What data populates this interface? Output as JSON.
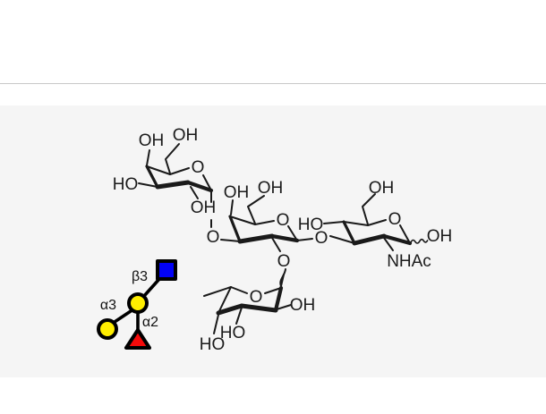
{
  "canvas": {
    "background": "#f5f5f5",
    "divider_color": "#c9c9c9"
  },
  "molecule": {
    "gal_alpha3": {
      "c4_oh": "OH",
      "c6_oh": "OH",
      "ring_o": "O",
      "c3_ho": "HO",
      "c2_oh": "OH"
    },
    "linkage_alpha3_o": "O",
    "gal_core": {
      "c4_oh": "OH",
      "c6_oh": "OH",
      "ring_o": "O"
    },
    "linkage_beta3_o": "O",
    "linkage_alpha2_o": "O",
    "glcnac": {
      "c4_ho": "HO",
      "c6_oh": "OH",
      "ring_o": "O",
      "anomeric_oh": "OH",
      "n_acetyl": "NHAc"
    },
    "fucose": {
      "ring_o": "O",
      "c2_oh": "OH",
      "c3_ho": "HO",
      "c4_ho": "HO"
    }
  },
  "snfg": {
    "beta3_label": "β3",
    "alpha3_label": "α3",
    "alpha2_label": "α2",
    "colors": {
      "galactose_yellow": "#FFEE00",
      "glcnac_blue": "#0202F5",
      "fucose_red": "#F50A0A",
      "outline_black": "#000000"
    }
  }
}
